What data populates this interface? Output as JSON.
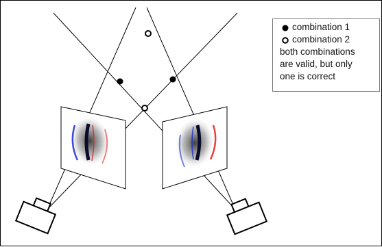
{
  "legend": {
    "entries": [
      {
        "marker": "filled-dot",
        "label": "combination 1"
      },
      {
        "marker": "open-dot",
        "label": "combination 2"
      }
    ],
    "note_lines": [
      "both combinations",
      "are valid, but only",
      "one is correct"
    ]
  },
  "colors": {
    "line": "#000000",
    "left_edge_blue": "#1a2bd0",
    "right_edge_red": "#e02020",
    "center_dark": "#0a0a2a"
  }
}
